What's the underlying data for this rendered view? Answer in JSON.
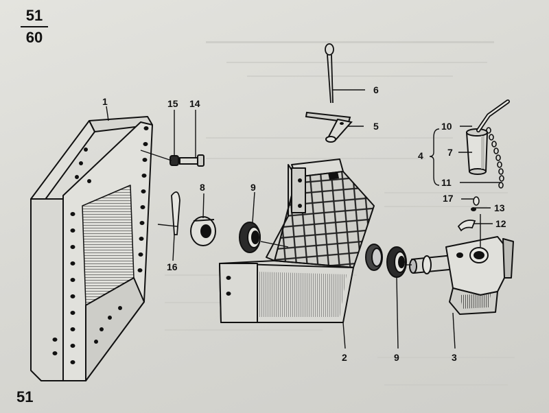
{
  "page": {
    "section_number": "51",
    "section_total": "60",
    "page_number": "51"
  },
  "diagram": {
    "type": "exploded-parts-view",
    "callouts": [
      "1",
      "2",
      "3",
      "4",
      "5",
      "6",
      "7",
      "8",
      "9",
      "9",
      "10",
      "11",
      "12",
      "13",
      "14",
      "15",
      "16",
      "17"
    ],
    "part_numbers": {
      "p1": "1",
      "p2": "2",
      "p3": "3",
      "p4": "4",
      "p5": "5",
      "p6": "6",
      "p7": "7",
      "p8": "8",
      "p9a": "9",
      "p9b": "9",
      "p10": "10",
      "p11": "11",
      "p12": "12",
      "p13": "13",
      "p14": "14",
      "p15": "15",
      "p16": "16",
      "p17": "17"
    }
  },
  "colors": {
    "ink": "#111111",
    "paper": "#dcdcd7",
    "shade": "#3a3a3a"
  }
}
